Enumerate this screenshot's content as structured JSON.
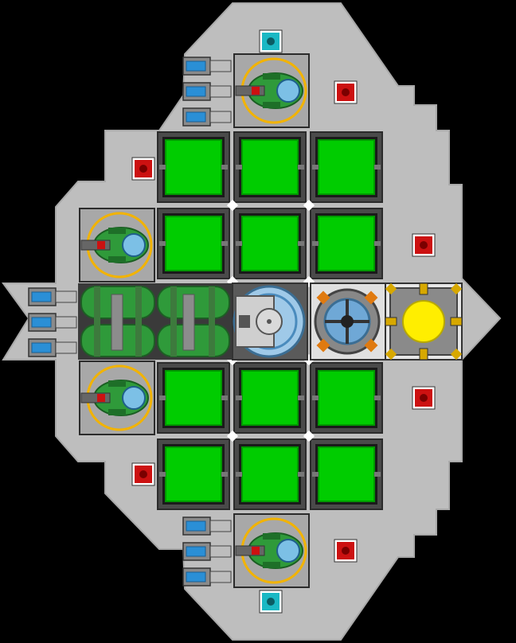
{
  "scene": {
    "view": "ship-layout",
    "colors": {
      "background": "#000000",
      "hull": "#bebebe",
      "module_frame": "#4a4a4a",
      "module_inner": "#1a1a1a",
      "cargo_green": "#00cc00",
      "turret_green": "#2f9a3a",
      "turret_ring": "#f2b300",
      "thruster_blue": "#2a8fd6",
      "shield_cyan": "#1ab8c4",
      "marker_red": "#cc1111",
      "core_yellow": "#ffee00",
      "orange_bolt": "#e07a10",
      "dark_pipe": "#3d7a3d"
    }
  },
  "grid": {
    "rows": [
      {
        "row": 0,
        "cells": [
          "turret-top",
          "empty",
          "empty"
        ]
      },
      {
        "row": 1,
        "cells": [
          "cargo",
          "cargo",
          "cargo"
        ]
      },
      {
        "row": 2,
        "cells": [
          "cargo",
          "cargo",
          "cargo"
        ]
      },
      {
        "row": 3,
        "cells": [
          "fuel-tanks",
          "reactor-dome",
          "hub",
          "core"
        ]
      },
      {
        "row": 4,
        "cells": [
          "cargo",
          "cargo",
          "cargo"
        ]
      },
      {
        "row": 5,
        "cells": [
          "cargo",
          "cargo",
          "cargo"
        ]
      },
      {
        "row": 6,
        "cells": [
          "turret-bottom",
          "empty",
          "empty"
        ]
      }
    ]
  },
  "modules": {
    "cargo_count": 12,
    "turret_count": 4,
    "thruster_count": 9,
    "red_marker_count": 6,
    "shield_emitter_count": 2
  }
}
